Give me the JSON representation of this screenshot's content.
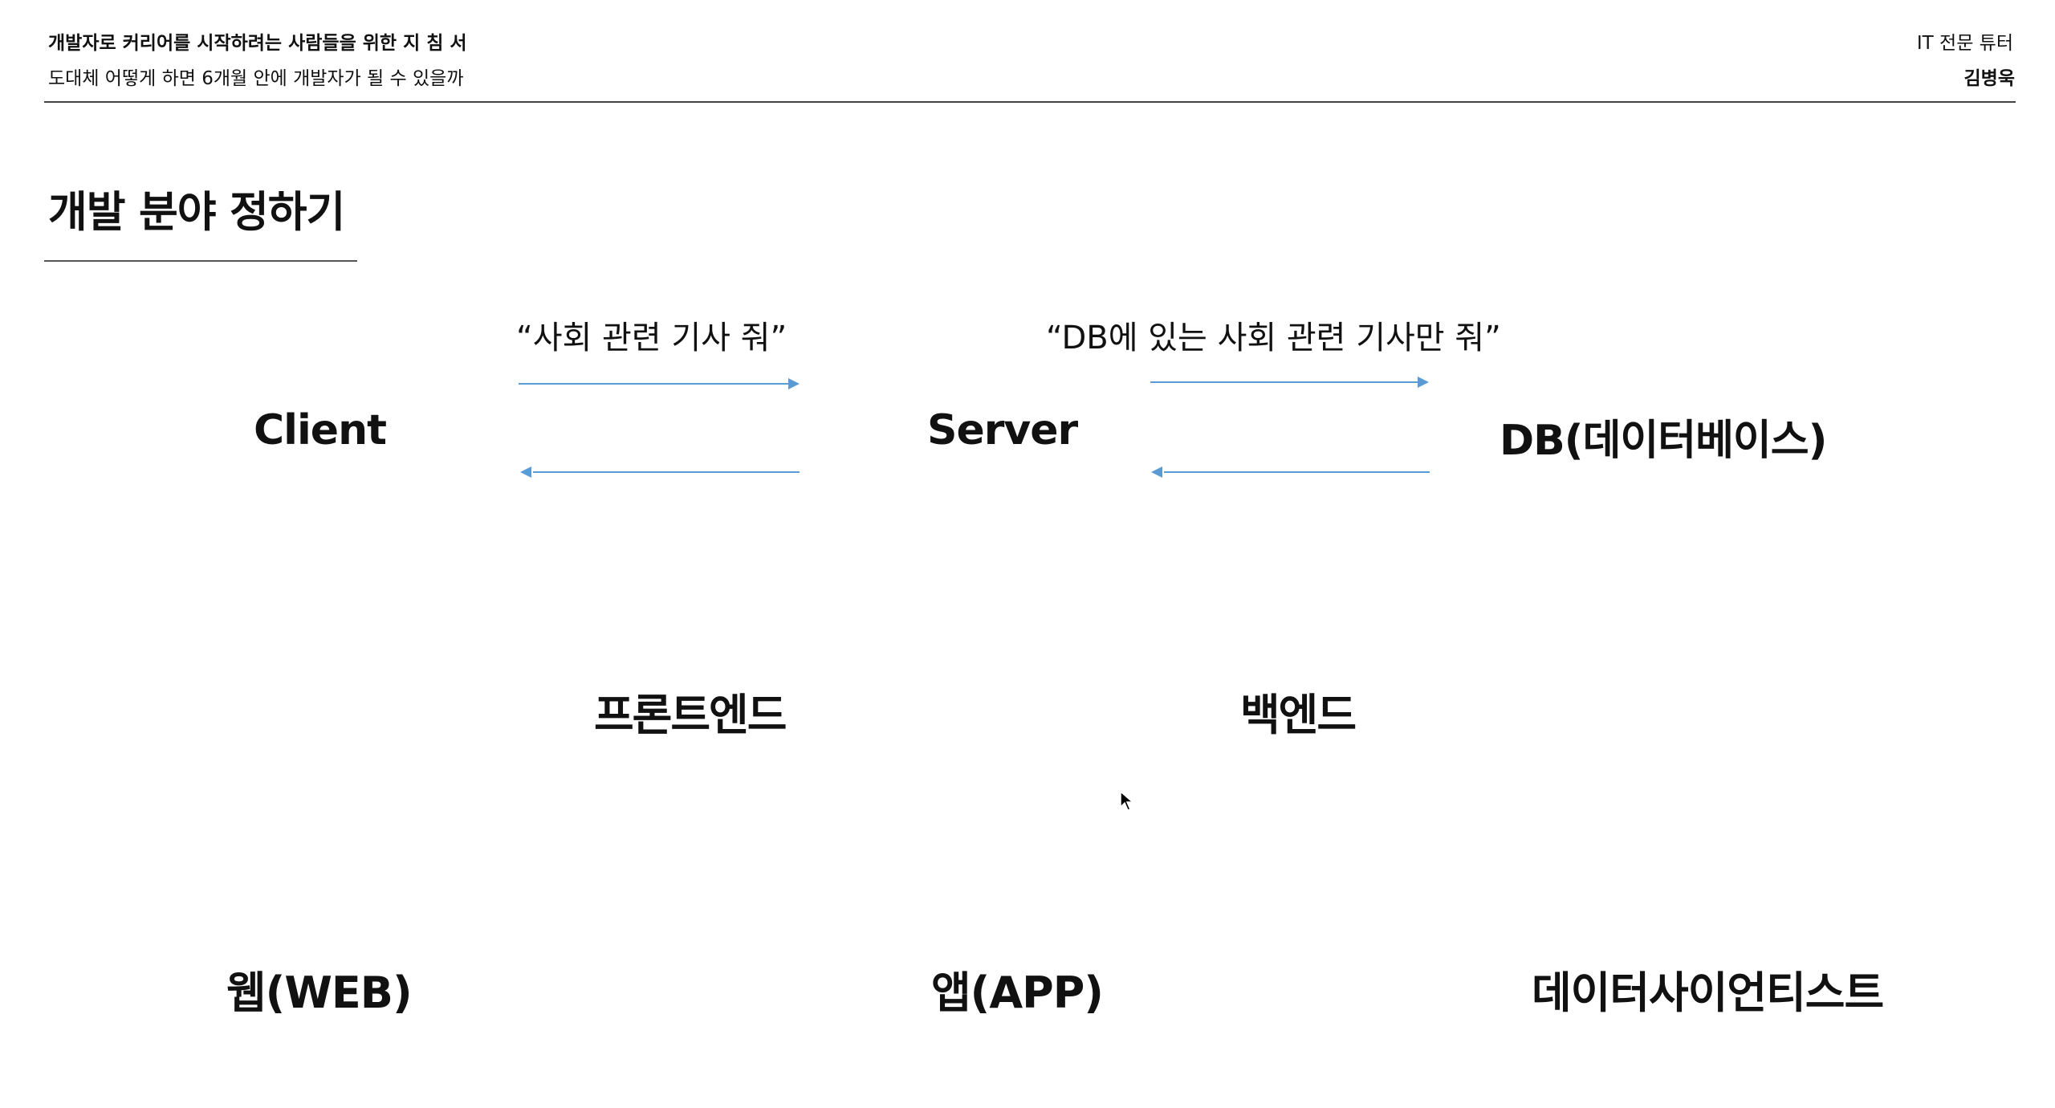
{
  "header": {
    "book_title": "개발자로 커리어를 시작하려는 사람들을 위한 지 침 서",
    "book_subtitle": "도대체 어떻게 하면 6개월 안에 개발자가 될 수 있을까",
    "tutor_label": "IT 전문 튜터",
    "author": "김병욱"
  },
  "section": {
    "title": "개발 분야 정하기"
  },
  "flow": {
    "request_to_server": "“사회 관련 기사 줘”",
    "request_to_db": "“DB에 있는 사회 관련 기사만 줘”",
    "client": "Client",
    "server": "Server",
    "db": "DB(데이터베이스)",
    "arrow_color": "#5b9bd5"
  },
  "roles": {
    "frontend": "프론트엔드",
    "backend": "백엔드"
  },
  "fields": {
    "web": "웹(WEB)",
    "app": "앱(APP)",
    "data_science": "데이터사이언티스트"
  }
}
